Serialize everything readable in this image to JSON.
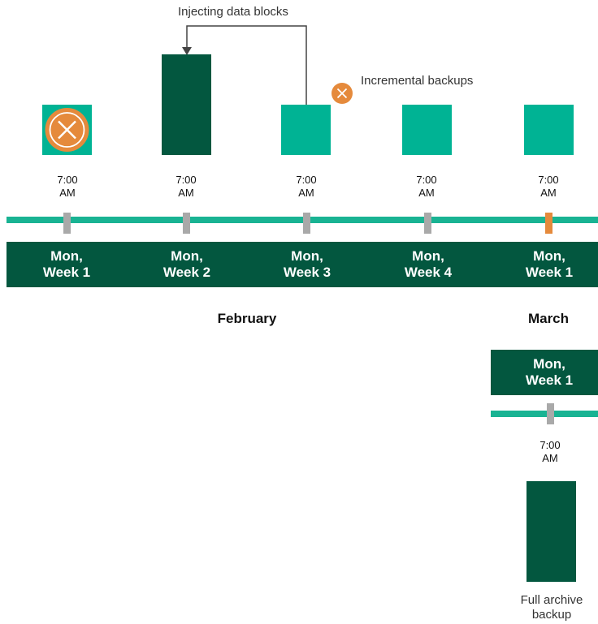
{
  "annotations": {
    "injecting": "Injecting data blocks",
    "incremental": "Incremental backups",
    "full_archive": "Full archive backup"
  },
  "columns": [
    {
      "day": "Mon, Week 1",
      "time": "7:00 AM",
      "block": "failed"
    },
    {
      "day": "Mon, Week 2",
      "time": "7:00 AM",
      "block": "full"
    },
    {
      "day": "Mon, Week 3",
      "time": "7:00 AM",
      "block": "incremental"
    },
    {
      "day": "Mon, Week 4",
      "time": "7:00 AM",
      "block": "incremental"
    },
    {
      "day": "Mon, Week 1",
      "time": "7:00 AM",
      "block": "incremental"
    }
  ],
  "day_lines": [
    [
      "Mon,",
      "Week 1"
    ],
    [
      "Mon,",
      "Week 2"
    ],
    [
      "Mon,",
      "Week 3"
    ],
    [
      "Mon,",
      "Week 4"
    ],
    [
      "Mon,",
      "Week 1"
    ]
  ],
  "time_lines": [
    "7:00",
    "AM"
  ],
  "months": {
    "february": "February",
    "march": "March"
  },
  "lower": {
    "day": [
      "Mon,",
      "Week 1"
    ],
    "time": [
      "7:00",
      "AM"
    ],
    "label": [
      "Full archive",
      "backup"
    ]
  },
  "colors": {
    "incremental": "#00b394",
    "full": "#03573f",
    "band": "#03573f",
    "timeline": "#19b393",
    "tick": "#a9a9a9",
    "accent": "#e58a3c"
  },
  "icons": {
    "failed": "x-circle-icon",
    "incremental_marker": "x-circle-icon",
    "injection_arrow": "arrow-icon"
  }
}
